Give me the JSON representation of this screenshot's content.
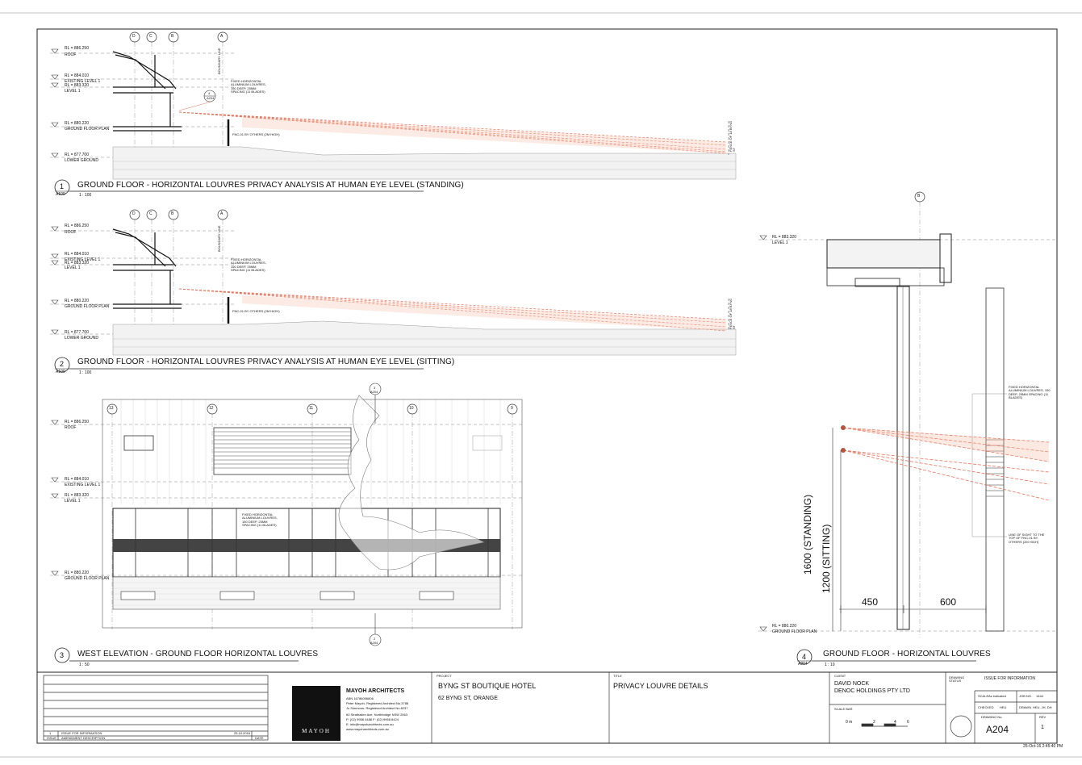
{
  "views": [
    {
      "number": "1",
      "ref": "A100",
      "title": "GROUND FLOOR - HORIZONTAL LOUVRES PRIVACY ANALYSIS AT HUMAN EYE LEVEL (STANDING)",
      "scale": "1 : 100",
      "grids": [
        "D",
        "C",
        "B",
        "A"
      ],
      "levels": [
        {
          "rl": "RL = 886.250",
          "name": "ROOF"
        },
        {
          "rl": "RL = 884.010",
          "name": "EXISTING LEVEL 1"
        },
        {
          "rl": "RL = 883.320",
          "name": "LEVEL 1"
        },
        {
          "rl": "RL = 880.220",
          "name": "GROUND FLOOR PLAN"
        },
        {
          "rl": "RL = 877.700",
          "name": "LOWER GROUND"
        }
      ],
      "notes": [
        "FIXED HORIZONTAL ALUMINIUM LOUVRES, 150 DEEP, 25MM SPACING (11 BLADES)",
        "FNC-01 BY OTHERS (2M HIGH)",
        "BOUNDARY LINE",
        "FENCE OF 18 BYNG ST"
      ],
      "callout": {
        "num": "4",
        "ref": "A204"
      }
    },
    {
      "number": "2",
      "ref": "A100",
      "title": "GROUND FLOOR - HORIZONTAL LOUVRES PRIVACY ANALYSIS AT HUMAN EYE LEVEL (SITTING)",
      "scale": "1 : 100",
      "grids": [
        "D",
        "C",
        "B",
        "A"
      ],
      "levels": [
        {
          "rl": "RL = 886.250",
          "name": "ROOF"
        },
        {
          "rl": "RL = 884.010",
          "name": "EXISTING LEVEL 1"
        },
        {
          "rl": "RL = 883.320",
          "name": "LEVEL 1"
        },
        {
          "rl": "RL = 880.220",
          "name": "GROUND FLOOR PLAN"
        },
        {
          "rl": "RL = 877.700",
          "name": "LOWER GROUND"
        }
      ],
      "notes": [
        "FIXED HORIZONTAL ALUMINIUM LOUVRES, 150 DEEP, 25MM SPACING (11 BLADES)",
        "FNC-01 BY OTHERS (2M HIGH)",
        "BOUNDARY LINE",
        "FENCE OF 18 BYNG ST"
      ]
    },
    {
      "number": "3",
      "ref": "",
      "title": "WEST ELEVATION - GROUND FLOOR HORIZONTAL  LOUVRES",
      "scale": "1 : 50",
      "grids": [
        "13",
        "12",
        "11",
        "10",
        "9"
      ],
      "levels": [
        {
          "rl": "RL = 886.250",
          "name": "ROOF"
        },
        {
          "rl": "RL = 884.010",
          "name": "EXISTING LEVEL 1"
        },
        {
          "rl": "RL = 883.320",
          "name": "LEVEL 1"
        },
        {
          "rl": "RL = 880.220",
          "name": "GROUND FLOOR PLAN"
        }
      ],
      "notes": [
        "FIXED HORIZONTAL ALUMINIUM LOUVRES, 150 DEEP, 25MM SPACING (11 BLADES)"
      ],
      "section_marks": [
        {
          "num": "3",
          "ref": "A204"
        },
        {
          "num": "2",
          "ref": "A204"
        }
      ]
    },
    {
      "number": "4",
      "ref": "A204",
      "title": "GROUND FLOOR - HORIZONTAL LOUVRES",
      "scale": "1 : 10",
      "grid": "B",
      "levels": [
        {
          "rl": "RL = 883.320",
          "name": "LEVEL 1"
        },
        {
          "rl": "RL = 880.220",
          "name": "GROUND FLOOR PLAN"
        }
      ],
      "dims": {
        "standing": "1600 (STANDING)",
        "sitting": "1200 (SITTING)",
        "d1": "450",
        "d2": "600"
      },
      "notes": [
        "FIXED HORIZONTAL ALUMINIUM LOUVRES, 150 DEEP, 25MM SPACING (11 BLADES)",
        "LINE OF SIGHT TO THE TOP OF FNC-01 BY OTHERS (2M HIGH)"
      ]
    }
  ],
  "title_block": {
    "revisions": [
      {
        "rev": "1",
        "desc": "ISSUE FOR INFORMATION",
        "date": "25.10.2016"
      }
    ],
    "rev_header": {
      "issue": "ISSUE",
      "desc": "AMENDMENT DESCRIPTION",
      "date": "DATE"
    },
    "logo_text": "MAYOH",
    "firm": {
      "name": "MAYOH ARCHITECTS",
      "lines": [
        "ABN 16786096806",
        "Peter Mayoh- Registered Architect No.3788",
        "Jo Simmons- Registered Architect No.8237",
        "60 Strathallen Ave, Northbridge NSW 2063",
        "P: (02) 9958 0488     F: (02) 9958 6424",
        "E: info@mayoharchitects.com.au",
        "www.mayoharchitects.com.au"
      ]
    },
    "project_label": "PROJECT",
    "project": "BYNG ST BOUTIQUE HOTEL",
    "address": "62 BYNG ST, ORANGE",
    "title_label": "TITLE",
    "title": "PRIVACY LOUVRE DETAILS",
    "client_label": "CLIENT",
    "client_1": "DAVID NOCK",
    "client_2": "DENOC HOLDINGS PTY LTD",
    "scale_bar_label": "SCALE BAR",
    "scale_bar_ticks": [
      "0 m",
      "2",
      "4",
      "6"
    ],
    "status_label": "DRAWING STATUS",
    "status": "ISSUE FOR INFORMATION",
    "scale_label": "SCALE",
    "scale_value": "As indicated",
    "job_label": "JOB NO.",
    "job_no": "1444",
    "checked_label": "CHECKED",
    "checked": "HEU",
    "drawn_label": "DRAWN",
    "drawn": "HEU, JH, DH",
    "drawing_no_label": "DRAWING No.",
    "drawing_no": "A204",
    "rev_label": "REV",
    "rev": "1",
    "timestamp": "25-Oct-16 2:45:40 PM"
  },
  "colors": {
    "line": "#111111",
    "sight": "#e8735a",
    "sight_fill": "#f4b69f"
  }
}
